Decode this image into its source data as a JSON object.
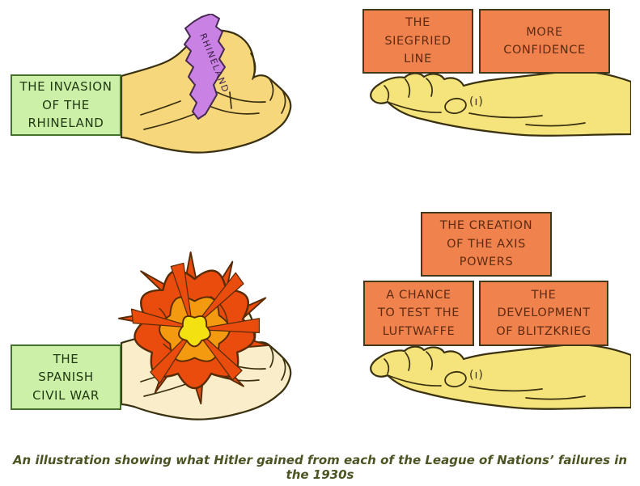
{
  "caption": "An illustration showing what Hitler gained from each of the League of Nations’ failures in the 1930s",
  "panels": {
    "rhineland": {
      "cause": "THE INVASION\nOF THE\nRHINELAND",
      "held_map_label": "RHINELAND",
      "gains": {
        "siegfried": "THE\nSIEGFRIED\nLINE",
        "confidence": "MORE\nCONFIDENCE"
      }
    },
    "spanish": {
      "cause": "THE\nSPANISH\nCIVIL WAR",
      "gains": {
        "axis": "THE CREATION\nOF THE AXIS\nPOWERS",
        "luftwaffe": "A CHANCE\nTO TEST THE\nLUFTWAFFE",
        "blitzkrieg": "THE\nDEVELOPMENT\nOF BLITZKRIEG"
      }
    }
  },
  "hands": {
    "palm_mark": "(ı)"
  },
  "colors": {
    "cause_box_fill": "#cdf0a9",
    "cause_box_border": "#44722c",
    "cause_box_text": "#1d3a12",
    "gain_box_fill": "#f0824e",
    "gain_box_border": "#43381c",
    "gain_box_text": "#5e2b10",
    "hand_gold": "#f7d77c",
    "hand_cream": "#f9edca",
    "hand_yellow": "#f5e37c",
    "hand_outline": "#3a3110",
    "rhineland_purple": "#c982e4",
    "explosion_red": "#ea4c0e",
    "explosion_orange": "#f49a10",
    "explosion_yellow": "#f4e112",
    "caption_text": "#4c5424"
  }
}
